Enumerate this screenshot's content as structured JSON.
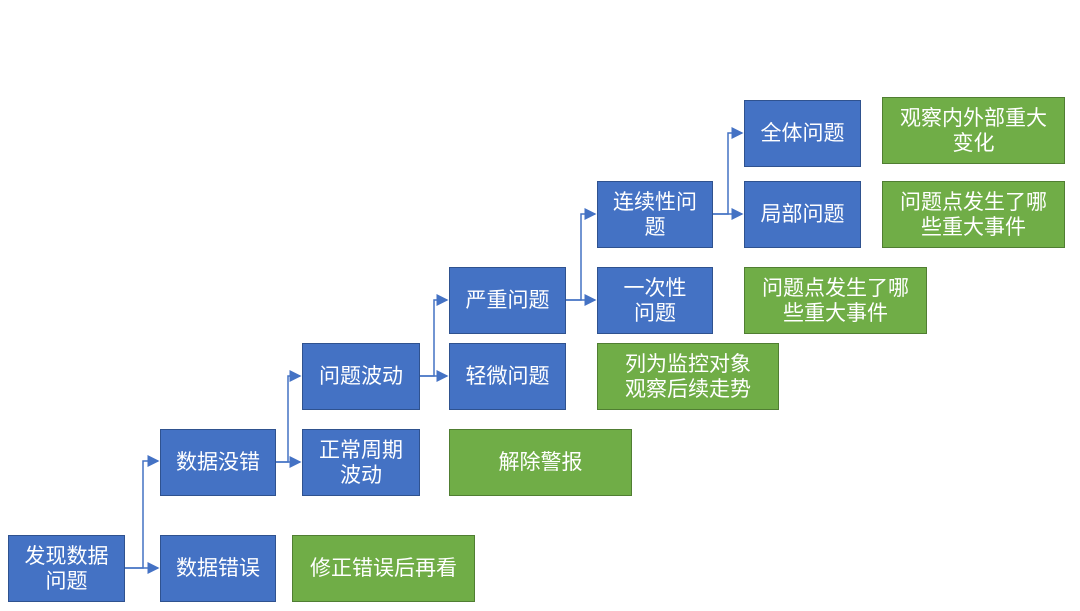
{
  "diagram": {
    "nodes": {
      "discover": {
        "label": "发现数据\n问题",
        "tone": "blue"
      },
      "data_wrong": {
        "label": "数据错误",
        "tone": "blue"
      },
      "fix_and_review": {
        "label": "修正错误后再看",
        "tone": "green"
      },
      "data_ok": {
        "label": "数据没错",
        "tone": "blue"
      },
      "periodic": {
        "label": "正常周期\n波动",
        "tone": "blue"
      },
      "clear_alarm": {
        "label": "解除警报",
        "tone": "green"
      },
      "fluctuation": {
        "label": "问题波动",
        "tone": "blue"
      },
      "minor": {
        "label": "轻微问题",
        "tone": "blue"
      },
      "monitor": {
        "label": "列为监控对象\n观察后续走势",
        "tone": "green"
      },
      "severe": {
        "label": "严重问题",
        "tone": "blue"
      },
      "one_time": {
        "label": "一次性\n问题",
        "tone": "blue"
      },
      "one_time_action": {
        "label": "问题点发生了哪\n些重大事件",
        "tone": "green"
      },
      "continuous": {
        "label": "连续性问\n题",
        "tone": "blue"
      },
      "global": {
        "label": "全体问题",
        "tone": "blue"
      },
      "global_action": {
        "label": "观察内外部重大\n变化",
        "tone": "green"
      },
      "local": {
        "label": "局部问题",
        "tone": "blue"
      },
      "local_action": {
        "label": "问题点发生了哪\n些重大事件",
        "tone": "green"
      }
    }
  }
}
